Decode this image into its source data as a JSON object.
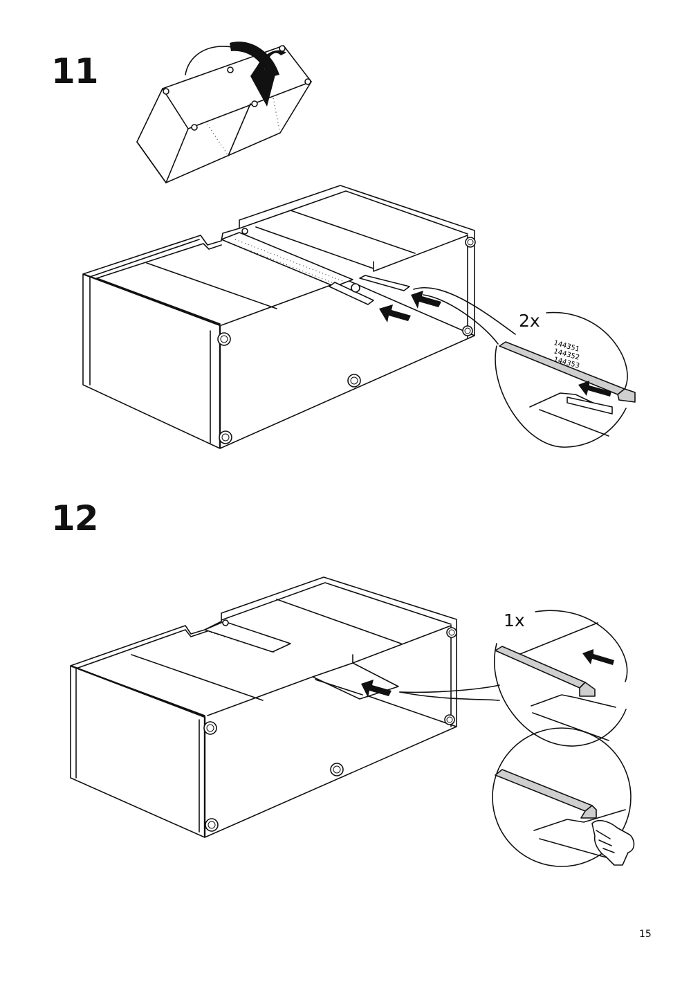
{
  "steps": [
    {
      "number": "11",
      "quantity": "2x",
      "part_numbers": [
        "144351",
        "144352",
        "144353"
      ]
    },
    {
      "number": "12",
      "quantity": "1x"
    }
  ],
  "page_number": "15",
  "icons": [
    "rotate-arrow-icon",
    "push-arrow-icon",
    "finger-press-icon",
    "cam-lock-icon"
  ]
}
